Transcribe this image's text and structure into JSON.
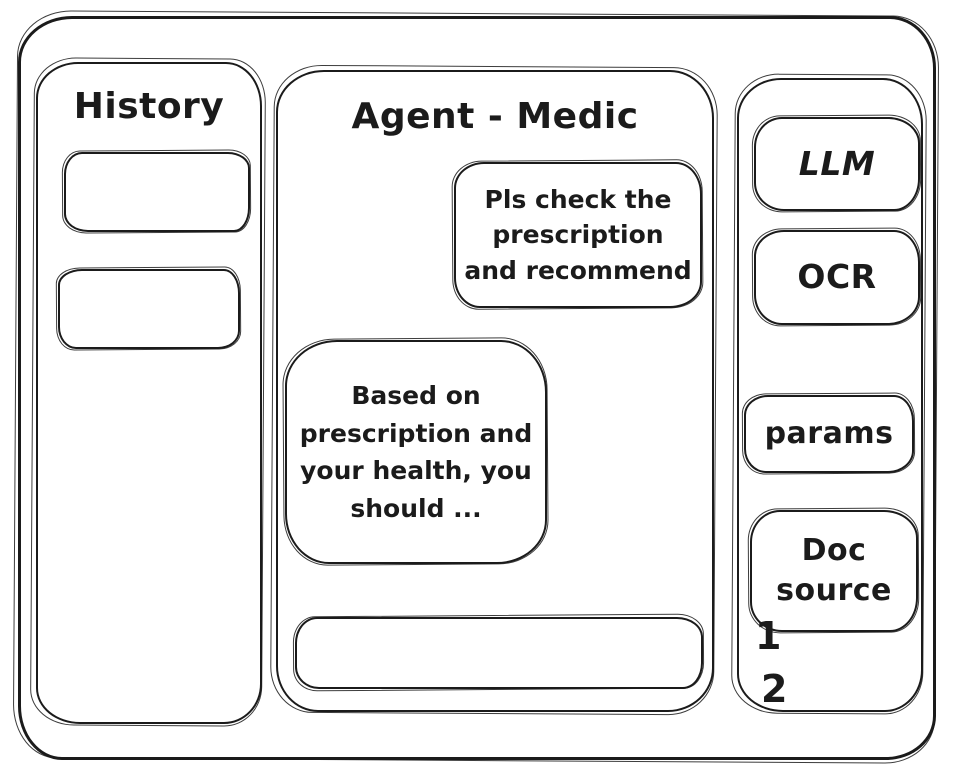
{
  "window": {
    "ink_color": "#1b1b1b",
    "background_color": "#ffffff"
  },
  "history_panel": {
    "title": "History",
    "items": [
      {
        "label": ""
      },
      {
        "label": ""
      }
    ]
  },
  "chat_panel": {
    "title": "Agent - Medic",
    "messages": [
      {
        "role": "user",
        "text": "Pls check the prescription and recommend"
      },
      {
        "role": "assistant",
        "text": "Based on prescription and your health, you should ..."
      }
    ],
    "input": {
      "value": ""
    }
  },
  "tools_panel": {
    "buttons": [
      {
        "id": "llm",
        "label": "LLM"
      },
      {
        "id": "ocr",
        "label": "OCR"
      },
      {
        "id": "params",
        "label": "params"
      },
      {
        "id": "doc-source",
        "label": "Doc source"
      }
    ],
    "doc_source_items": [
      {
        "label": "1"
      },
      {
        "label": "2"
      }
    ]
  }
}
